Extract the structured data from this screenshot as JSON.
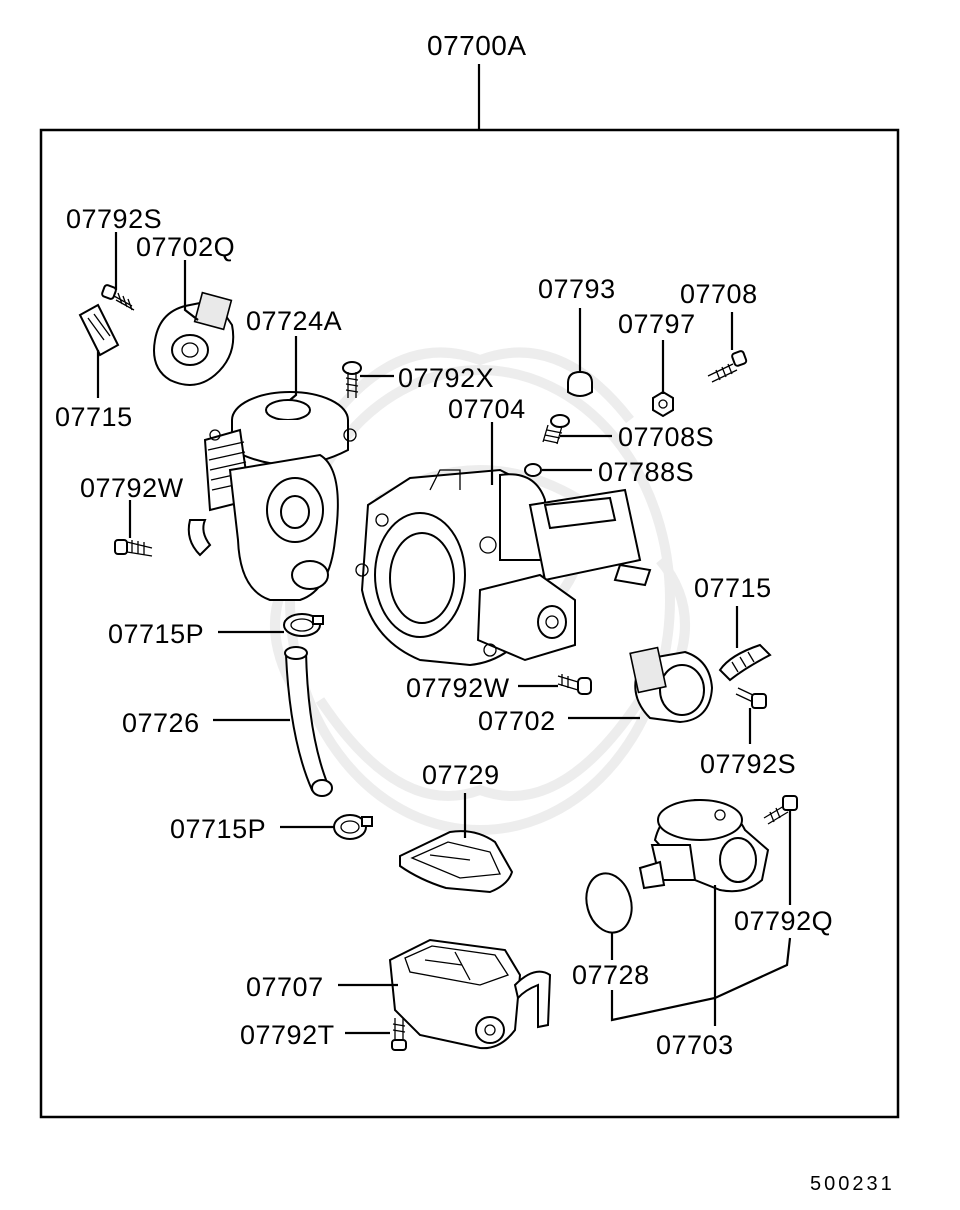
{
  "assembly": {
    "part_number": "07700A"
  },
  "document_number": "500231",
  "callouts": {
    "c07792S_top": "07792S",
    "c07702Q": "07702Q",
    "c07715_left": "07715",
    "c07724A": "07724A",
    "c07792X": "07792X",
    "c07792W_left": "07792W",
    "c07793": "07793",
    "c07708": "07708",
    "c07797": "07797",
    "c07704": "07704",
    "c07708S": "07708S",
    "c07788S": "07788S",
    "c07715_right": "07715",
    "c07715P_upper": "07715P",
    "c07792W_mid": "07792W",
    "c07726": "07726",
    "c07702": "07702",
    "c07792S_right": "07792S",
    "c07729": "07729",
    "c07715P_lower": "07715P",
    "c07792Q": "07792Q",
    "c07728": "07728",
    "c07707": "07707",
    "c07792T": "07792T",
    "c07703": "07703"
  }
}
